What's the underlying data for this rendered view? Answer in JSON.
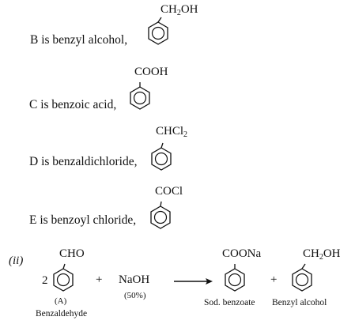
{
  "lines": [
    {
      "label": "B  is  benzyl alcohol,",
      "group": "CH",
      "group_sub": "2",
      "group_tail": "OH"
    },
    {
      "label": "C is benzoic acid,",
      "group": "COOH",
      "group_sub": "",
      "group_tail": ""
    },
    {
      "label": "D is benzaldichloride,",
      "group": "CHCl",
      "group_sub": "2",
      "group_tail": ""
    },
    {
      "label": "E is benzoyl chloride,",
      "group": "COCl",
      "group_sub": "",
      "group_tail": ""
    }
  ],
  "reaction": {
    "part_label": "(ii)",
    "coefficient": "2",
    "reactant_group": "CHO",
    "reactant_tag": "(A)",
    "reactant_name": "Benzaldehyde",
    "plus1": "+",
    "reagent": "NaOH",
    "reagent_condition": "(50%)",
    "product1_group": "COONa",
    "product1_name": "Sod. benzoate",
    "plus2": "+",
    "product2_group": "CH",
    "product2_group_sub": "2",
    "product2_group_tail": "OH",
    "product2_name": "Benzyl alcohol"
  }
}
